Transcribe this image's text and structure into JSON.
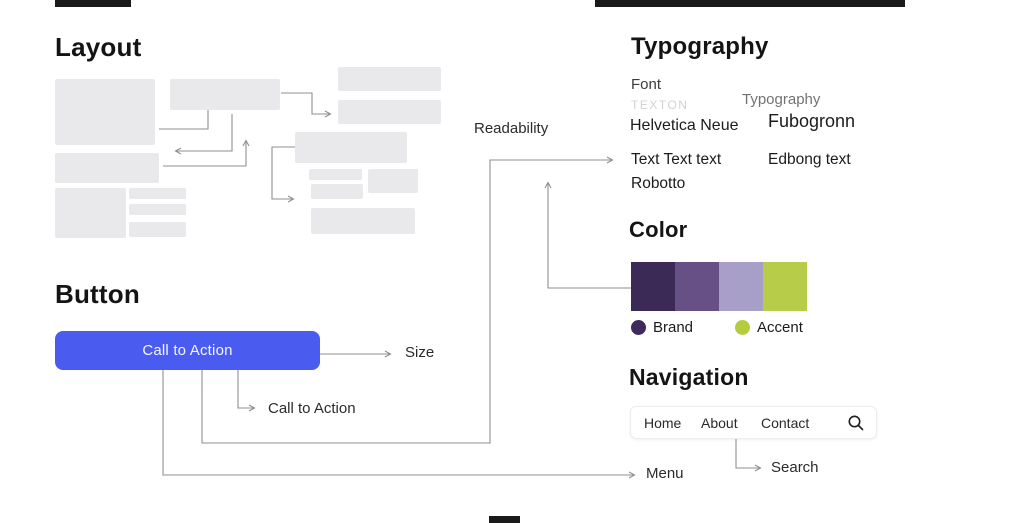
{
  "diagram": {
    "arrow_color": "#8f8f8f",
    "artifact_bar_color": "#1a1a1a"
  },
  "layout_section": {
    "title": "Layout",
    "box_color": "#e9e9eb"
  },
  "button_section": {
    "title": "Button",
    "cta_label": "Call to Action",
    "cta_bg": "#4a5cf0",
    "annotation_size": "Size",
    "annotation_cta": "Call to Action",
    "annotation_menu": "Menu",
    "annotation_readability": "Readability"
  },
  "typography_section": {
    "title": "Typography",
    "font_label": "Font",
    "texton": "TEXTON",
    "helvetica": "Helvetica Neue",
    "typography_sample": "Typography",
    "fubogronn": "Fubogronn",
    "text_sample": "Text Text text",
    "edbong": "Edbong text",
    "robotto": "Robotto"
  },
  "color_section": {
    "title": "Color",
    "swatches": [
      {
        "name": "brand-dark",
        "hex": "#3b2a56"
      },
      {
        "name": "brand-mid",
        "hex": "#665086"
      },
      {
        "name": "brand-light",
        "hex": "#a89fc8"
      },
      {
        "name": "accent",
        "hex": "#b7cc49"
      }
    ],
    "legend": [
      {
        "label": "Brand",
        "hex": "#3f2a5e"
      },
      {
        "label": "Accent",
        "hex": "#b5cc3f"
      }
    ]
  },
  "navigation_section": {
    "title": "Navigation",
    "items": [
      "Home",
      "About",
      "Contact"
    ],
    "annotation_search": "Search"
  }
}
